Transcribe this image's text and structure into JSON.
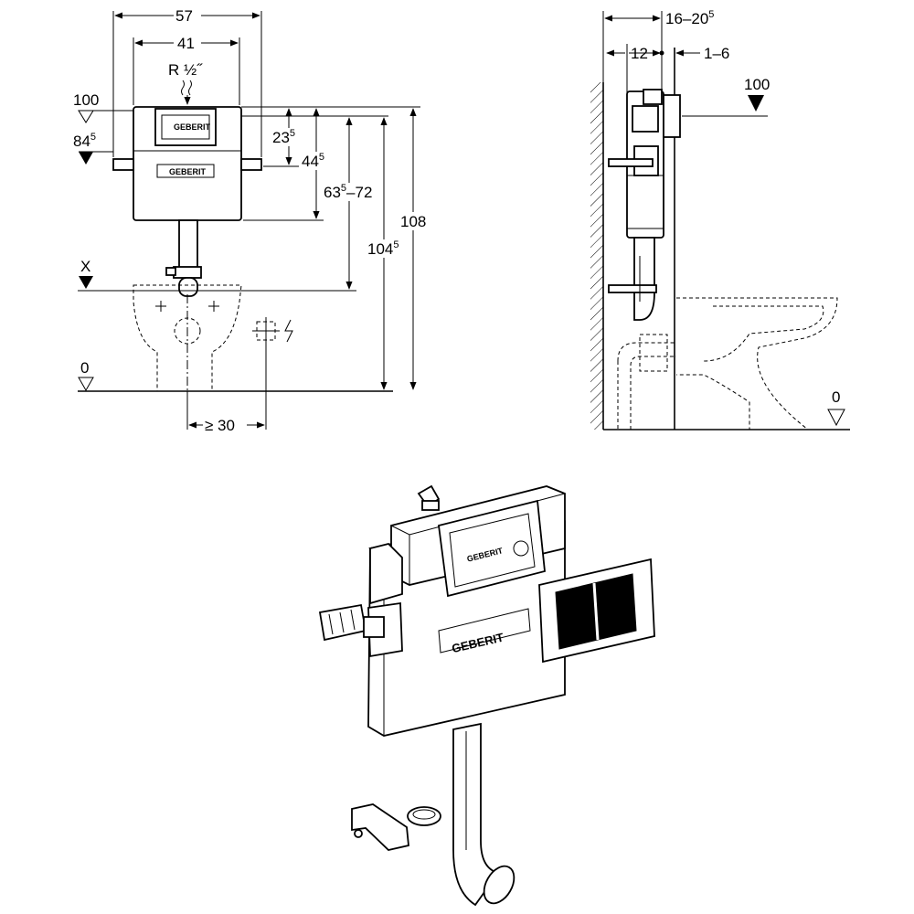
{
  "front_view": {
    "dim_width_outer": "57",
    "dim_width_inner": "41",
    "connection": "R ½˝",
    "level_top": "100",
    "level_side_base": "84",
    "level_side_sup": "5",
    "dim_23_base": "23",
    "dim_23_sup": "5",
    "dim_44_base": "44",
    "dim_44_sup": "5",
    "dim_63_base": "63",
    "dim_63_sup": "5",
    "dim_63_tail": "–72",
    "dim_104_base": "104",
    "dim_104_sup": "5",
    "dim_108": "108",
    "level_x": "X",
    "level_zero": "0",
    "dim_offset": "≥ 30",
    "brand_small": "GEBERIT"
  },
  "side_view": {
    "dim_depth_base": "16–20",
    "dim_depth_sup": "5",
    "dim_12": "12",
    "dim_1_6": "1–6",
    "level_top": "100",
    "level_zero": "0"
  },
  "iso_view": {
    "brand": "GEBERIT"
  }
}
